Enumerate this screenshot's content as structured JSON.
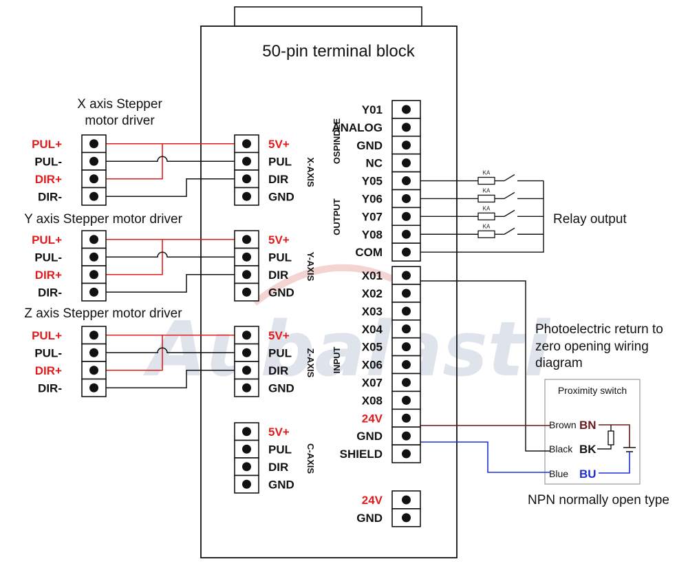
{
  "title": "50-pin terminal block",
  "watermark": "Aubalasti",
  "drivers": [
    {
      "label_lines": [
        "X axis Stepper",
        "motor driver"
      ],
      "pins": [
        "PUL+",
        "PUL-",
        "DIR+",
        "DIR-"
      ]
    },
    {
      "label_lines": [
        "Y axis Stepper motor driver"
      ],
      "pins": [
        "PUL+",
        "PUL-",
        "DIR+",
        "DIR-"
      ]
    },
    {
      "label_lines": [
        "Z axis Stepper motor driver"
      ],
      "pins": [
        "PUL+",
        "PUL-",
        "DIR+",
        "DIR-"
      ]
    }
  ],
  "axes": [
    {
      "name": "X-AXIS",
      "pins": [
        "5V+",
        "PUL",
        "DIR",
        "GND"
      ]
    },
    {
      "name": "Y-AXIS",
      "pins": [
        "5V+",
        "PUL",
        "DIR",
        "GND"
      ]
    },
    {
      "name": "Z-AXIS",
      "pins": [
        "5V+",
        "PUL",
        "DIR",
        "GND"
      ]
    },
    {
      "name": "C-AXIS",
      "pins": [
        "5V+",
        "PUL",
        "DIR",
        "GND"
      ]
    }
  ],
  "groups": {
    "spindle": "OSPINDLE",
    "output": "OUTPUT",
    "input": "INPUT"
  },
  "right_pins": [
    "Y01",
    "ANALOG",
    "GND",
    "NC",
    "Y05",
    "Y06",
    "Y07",
    "Y08",
    "COM",
    "X01",
    "X02",
    "X03",
    "X04",
    "X05",
    "X06",
    "X07",
    "X08",
    "24V",
    "GND",
    "SHIELD"
  ],
  "power_pins": [
    "24V",
    "GND"
  ],
  "relay": {
    "coil_label": "KA",
    "caption": "Relay output"
  },
  "photo_caption_lines": [
    "Photoelectric return to",
    "zero opening wiring",
    "diagram"
  ],
  "proximity": {
    "title": "Proximity switch",
    "wires": [
      {
        "name": "Brown",
        "code": "BN",
        "color": "#6b1a1a"
      },
      {
        "name": "Black",
        "code": "BK",
        "color": "#111111"
      },
      {
        "name": "Blue",
        "code": "BU",
        "color": "#1a2fd6"
      }
    ],
    "type_caption": "NPN normally open type"
  },
  "colors": {
    "red_wire": "#e11b1b",
    "black_wire": "#111111",
    "brown_wire": "#6b1a1a",
    "blue_wire": "#1a2fd6"
  }
}
